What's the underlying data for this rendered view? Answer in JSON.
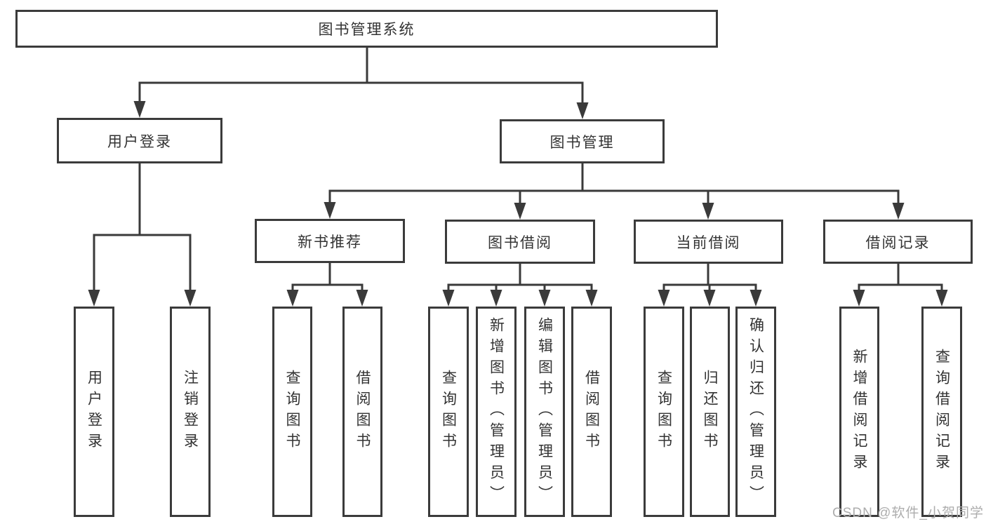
{
  "diagram": {
    "root": {
      "label": "图书管理系统"
    },
    "level2": [
      {
        "label": "用户登录"
      },
      {
        "label": "图书管理"
      }
    ],
    "level3": [
      {
        "label": "新书推荐"
      },
      {
        "label": "图书借阅"
      },
      {
        "label": "当前借阅"
      },
      {
        "label": "借阅记录"
      }
    ],
    "leaves": {
      "user_login": [
        "用户登录",
        "注销登录"
      ],
      "new_book": [
        "查询图书",
        "借阅图书"
      ],
      "book_borrow": [
        "查询图书",
        "新增图书（管理员）",
        "编辑图书（管理员）",
        "借阅图书"
      ],
      "current_borrow": [
        "查询图书",
        "归还图书",
        "确认归还（管理员）"
      ],
      "borrow_record": [
        "新增借阅记录",
        "查询借阅记录"
      ]
    }
  },
  "watermark": {
    "text": "CSDN @软件_小贺同学"
  },
  "colors": {
    "line": "#3a3a3a",
    "border": "#3b3b3b",
    "text": "#333333",
    "watermark": "#adadad",
    "background": "#ffffff"
  }
}
